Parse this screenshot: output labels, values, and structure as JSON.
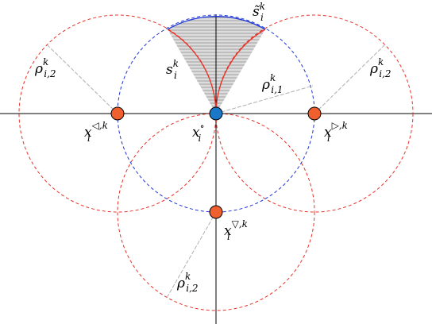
{
  "colors": {
    "axis": "#000000",
    "red_circle": "#e8332a",
    "blue_circle": "#1f36d6",
    "construction_line": "#b8b8b8",
    "hatch": "#9a9a9a",
    "shade": "#dcdcdc",
    "point_orange": "#f0602e",
    "point_blue": "#1a78c8"
  },
  "labels": {
    "tilde_s": {
      "base": "s̃",
      "sub": "i",
      "sup": "k"
    },
    "s": {
      "base": "s",
      "sub": "i",
      "sup": "k"
    },
    "rho_left": {
      "base": "ρ",
      "sub": "i,2",
      "sup": "k"
    },
    "rho_right": {
      "base": "ρ",
      "sub": "i,2",
      "sup": "k"
    },
    "rho_bottom": {
      "base": "ρ",
      "sub": "i,2",
      "sup": "k"
    },
    "rho_center": {
      "base": "ρ",
      "sub": "i,1",
      "sup": "k"
    },
    "x_center": {
      "base": "x",
      "sub": "i",
      "sup": "∘"
    },
    "x_left": {
      "base": "x",
      "sub": "i",
      "sup": "◁,k"
    },
    "x_right": {
      "base": "x",
      "sub": "i",
      "sup": "▷,k"
    },
    "x_bottom": {
      "base": "x",
      "sub": "i",
      "sup": "▽,k"
    }
  }
}
